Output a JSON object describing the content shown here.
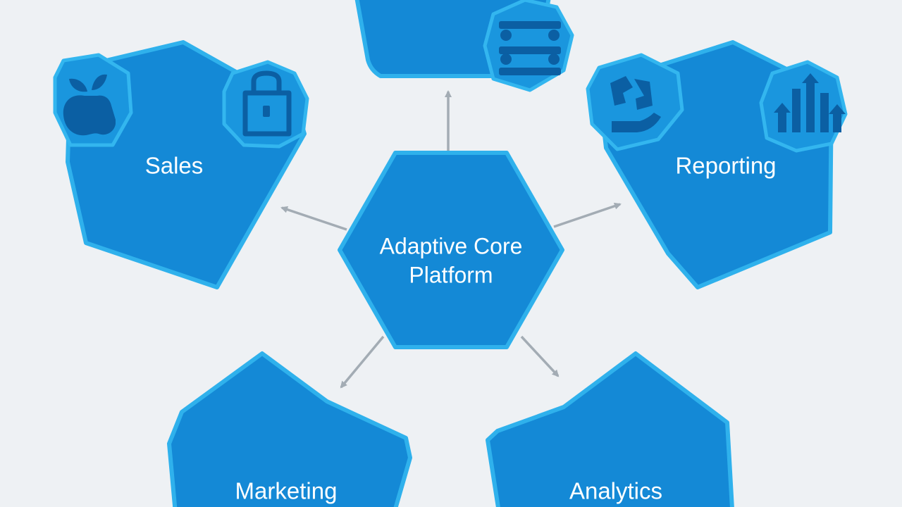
{
  "hub": {
    "line1": "Adaptive Core",
    "line2": "Platform"
  },
  "modules": {
    "top": {
      "label": ""
    },
    "sales": {
      "label": "Sales"
    },
    "reporting": {
      "label": "Reporting"
    },
    "marketing": {
      "label": "Marketing"
    },
    "analytics": {
      "label": "Analytics"
    }
  },
  "icons": {
    "top_badge": "table-icon",
    "sales_left_badge": "apple-icon",
    "sales_right_badge": "lock-icon",
    "reporting_left_badge": "puzzle-hand-icon",
    "reporting_right_badge": "bar-chart-icon"
  },
  "colors": {
    "background": "#eef1f4",
    "node_fill": "#1489d6",
    "node_outline": "#2fb1ec",
    "icon_glyph": "#0b5fa3",
    "connector": "#a3acb4",
    "label_text": "#ffffff"
  }
}
